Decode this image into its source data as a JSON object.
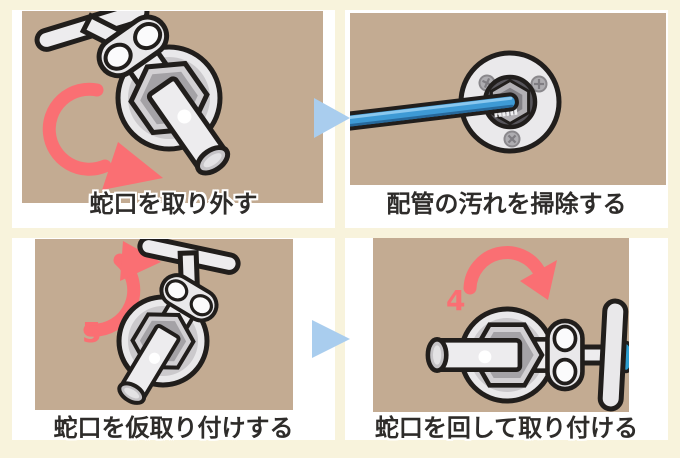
{
  "colors": {
    "page_background": "#F8F3DC",
    "panel_background": "#C3AB92",
    "card_background": "#FFFFFF",
    "accent_pink": "#FA6F73",
    "next_arrow_blue": "#A9CDEE",
    "toothbrush_blue": "#3E9AD5",
    "cap_blue": "#2E9FD1",
    "outline": "#211E1C",
    "caption_text": "#2E2C2A"
  },
  "panels": [
    {
      "caption": "蛇口を取り外す",
      "illustration": "faucet-with-counterclockwise-rotate-arrow"
    },
    {
      "caption": "配管の汚れを掃除する",
      "illustration": "wall-pipe-socket-cleaned-with-toothbrush"
    },
    {
      "caption": "蛇口を仮取り付けする",
      "step_number": "5",
      "illustration": "faucet-with-clockwise-rotate-arrow"
    },
    {
      "caption": "蛇口を回して取り付ける",
      "step_number": "4",
      "illustration": "horizontal-faucet-with-clockwise-rotate-arrow"
    }
  ],
  "icons": {
    "next_arrow": "right-pointing-triangle"
  }
}
